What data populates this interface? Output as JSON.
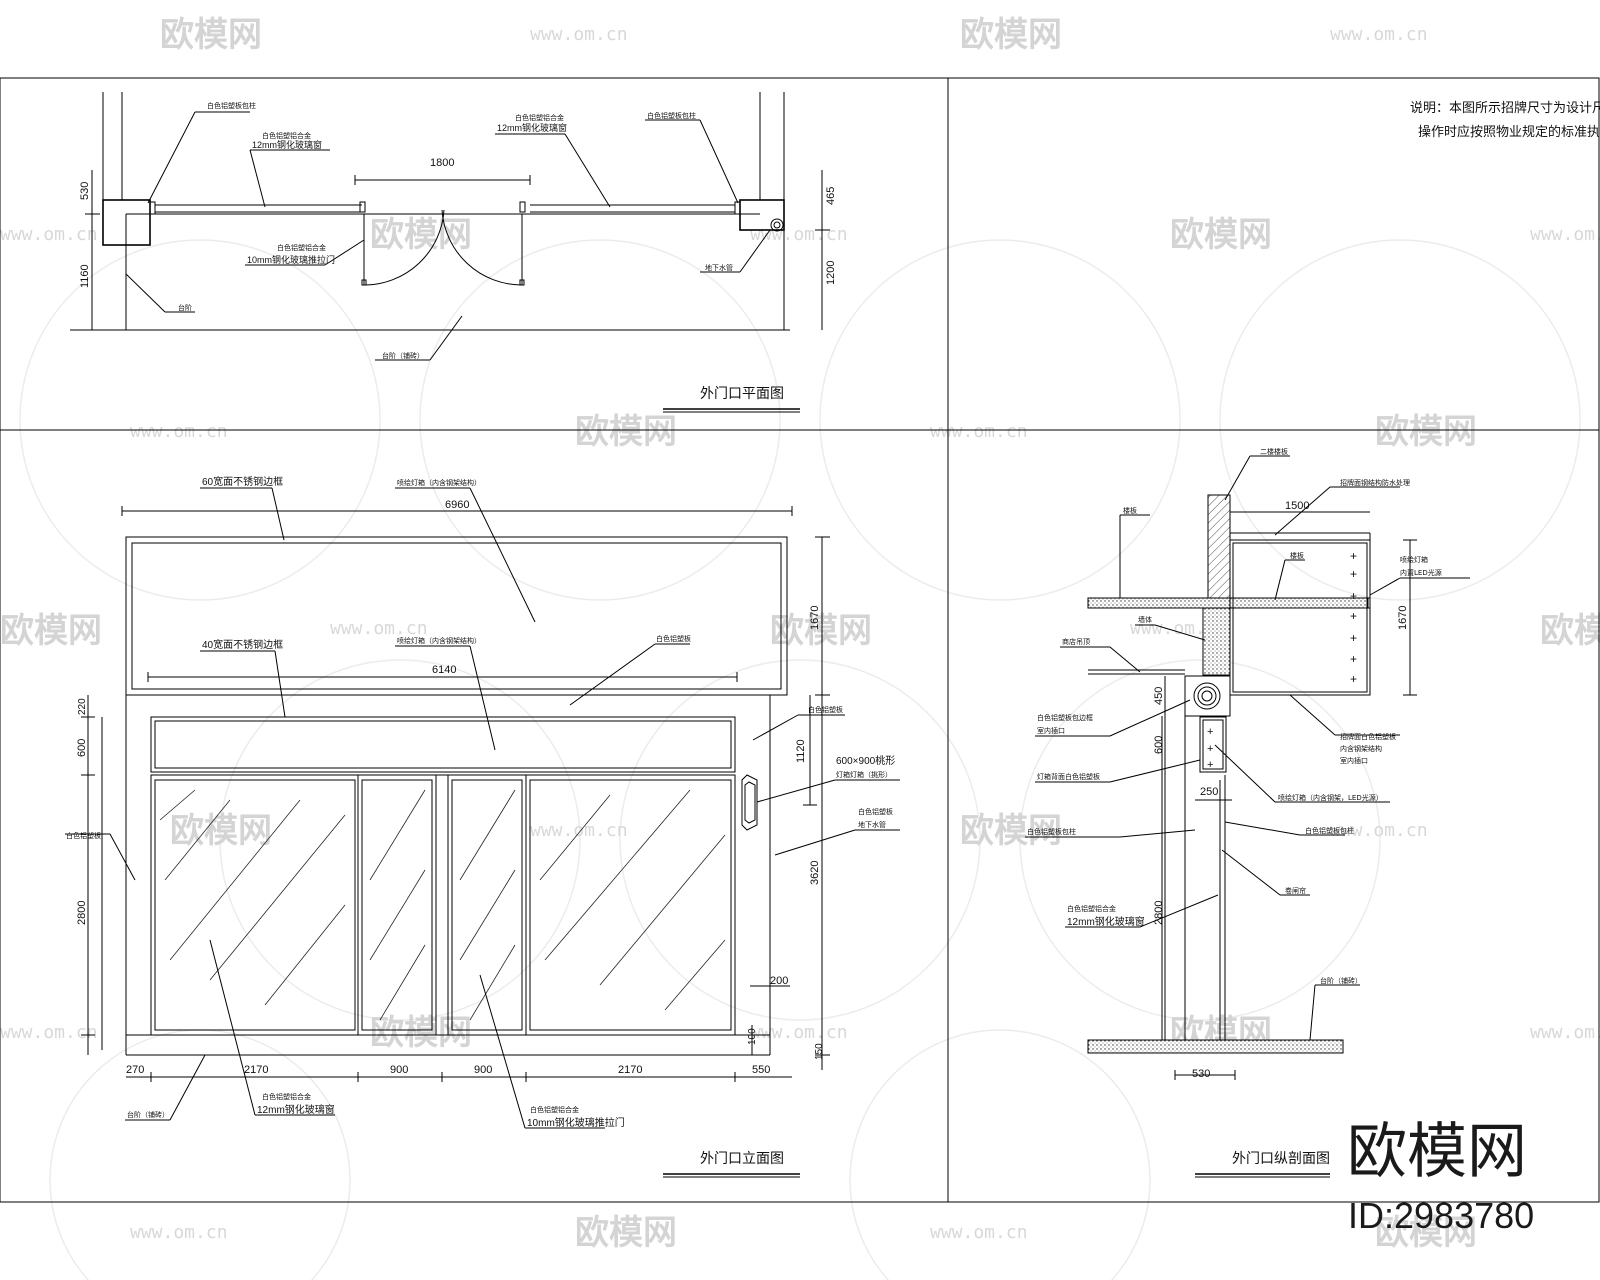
{
  "watermark": {
    "brand": "欧模网",
    "url": "www.om.cn",
    "corner_logo": "欧模网",
    "id_label": "ID:2983780"
  },
  "note": {
    "line1": "说明：本图所示招牌尺寸为设计尺寸",
    "line2": "操作时应按照物业规定的标准执行"
  },
  "plan": {
    "title": "外门口平面图",
    "dims": {
      "d530": "530",
      "d1160": "1160",
      "d1800": "1800",
      "d465": "465",
      "d1200": "1200"
    },
    "labels": {
      "l1": "白色铝塑板包柱",
      "l2a": "白色铝塑铝合金",
      "l2b": "12mm钢化玻璃窗",
      "l3a": "白色铝塑铝合金",
      "l3b": "12mm钢化玻璃窗",
      "l4": "白色铝塑板包柱",
      "l5a": "白色铝塑铝合金",
      "l5b": "10mm钢化玻璃推拉门",
      "l6": "地下水管",
      "l7": "台阶",
      "l8": "台阶（铺砖）"
    }
  },
  "elevation": {
    "title": "外门口立面图",
    "dims": {
      "top": "6960",
      "inner": "6140",
      "h1670": "1670",
      "h1120": "1120",
      "h3620": "3620",
      "h220": "220",
      "h600": "600",
      "h2800": "2800",
      "h200": "200",
      "h100": "100",
      "h150": "150",
      "b270": "270",
      "b2170a": "2170",
      "b900a": "900",
      "b900b": "900",
      "b2170b": "2170",
      "b550": "550"
    },
    "labels": {
      "l1": "60宽面不锈钢边框",
      "l2": "喷绘灯箱（内含钢架结构）",
      "l3": "40宽面不锈钢边框",
      "l4": "喷绘灯箱（内含钢架结构）",
      "l5": "白色铝塑板",
      "l6": "白色铝塑板",
      "l7a": "600×900桃形",
      "l7b": "灯箱灯箱（挑形）",
      "l8a": "白色铝塑板",
      "l8b": "地下水管",
      "l9": "白色铝塑板",
      "l10a": "白色铝塑铝合金",
      "l10b": "12mm钢化玻璃窗",
      "l11": "台阶（铺砖）",
      "l12a": "白色铝塑铝合金",
      "l12b": "10mm钢化玻璃推拉门"
    }
  },
  "section": {
    "title": "外门口纵剖面图",
    "dims": {
      "d1500": "1500",
      "d1670": "1670",
      "d450": "450",
      "d600": "600",
      "d250": "250",
      "d2800": "2800",
      "d530": "530"
    },
    "labels": {
      "l1": "二楼楼板",
      "l2": "招牌面钢结构防水处理",
      "l3": "楼板",
      "l4": "楼板",
      "l5a": "喷绘灯箱",
      "l5b": "内置LED光源",
      "l6": "墙体",
      "l7": "商店吊顶",
      "l8a": "白色铝塑板包边框",
      "l8b": "室内插口",
      "l9": "灯箱背面白色铝塑板",
      "l10a": "招牌面白色铝塑板",
      "l10b": "内含钢架结构",
      "l10c": "室内插口",
      "l11": "喷绘灯箱（内含钢架，LED光源）",
      "l12": "白色铝塑板包柱",
      "l13": "白色铝塑板包柱",
      "l14": "卷闸帘",
      "l15a": "白色铝塑铝合金",
      "l15b": "12mm钢化玻璃窗",
      "l16": "台阶（铺砖）"
    }
  }
}
